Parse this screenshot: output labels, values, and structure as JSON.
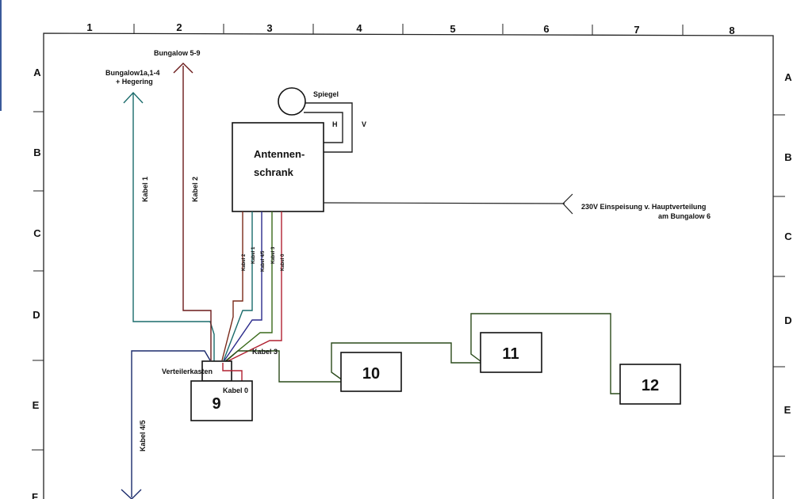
{
  "diagram": {
    "column_labels": [
      "1",
      "2",
      "3",
      "4",
      "5",
      "6",
      "7",
      "8"
    ],
    "row_labels": [
      "A",
      "B",
      "C",
      "D",
      "E",
      "F"
    ],
    "antenna": {
      "label": "Spiegel",
      "pol_h": "H",
      "pol_v": "V"
    },
    "cabinet": {
      "line1": "Antennen-",
      "line2": "schrank"
    },
    "power_feed": {
      "line1": "230V Einspeisung v. Hauptverteilung",
      "line2": "am Bungalow 6"
    },
    "destinations": {
      "bungalow_1": {
        "line1": "Bungalow1a,1-4",
        "line2": "+ Hegering"
      },
      "bungalow_2": {
        "line1": "Bungalow 5-9"
      }
    },
    "cables": {
      "kabel1": {
        "label": "Kabel 1",
        "color": "#1a6b6b"
      },
      "kabel2": {
        "label": "Kabel 2",
        "color": "#6b1a1a"
      },
      "kabel45": {
        "label": "Kabel 4/5",
        "color": "#1a2a6b"
      },
      "kabel3": {
        "label": "Kabel 3",
        "color": "#2a5a1a"
      },
      "kabel0": {
        "label": "Kabel 0",
        "color": "#b02030"
      }
    },
    "bundle_labels": [
      "Kabel 2",
      "Kabel 1",
      "Kabel 4/5",
      "Kabel 3",
      "Kabel 0"
    ],
    "distribution_box": {
      "label": "Verteilerkasten"
    },
    "buildings": {
      "b9": "9",
      "b10": "10",
      "b11": "11",
      "b12": "12"
    }
  }
}
